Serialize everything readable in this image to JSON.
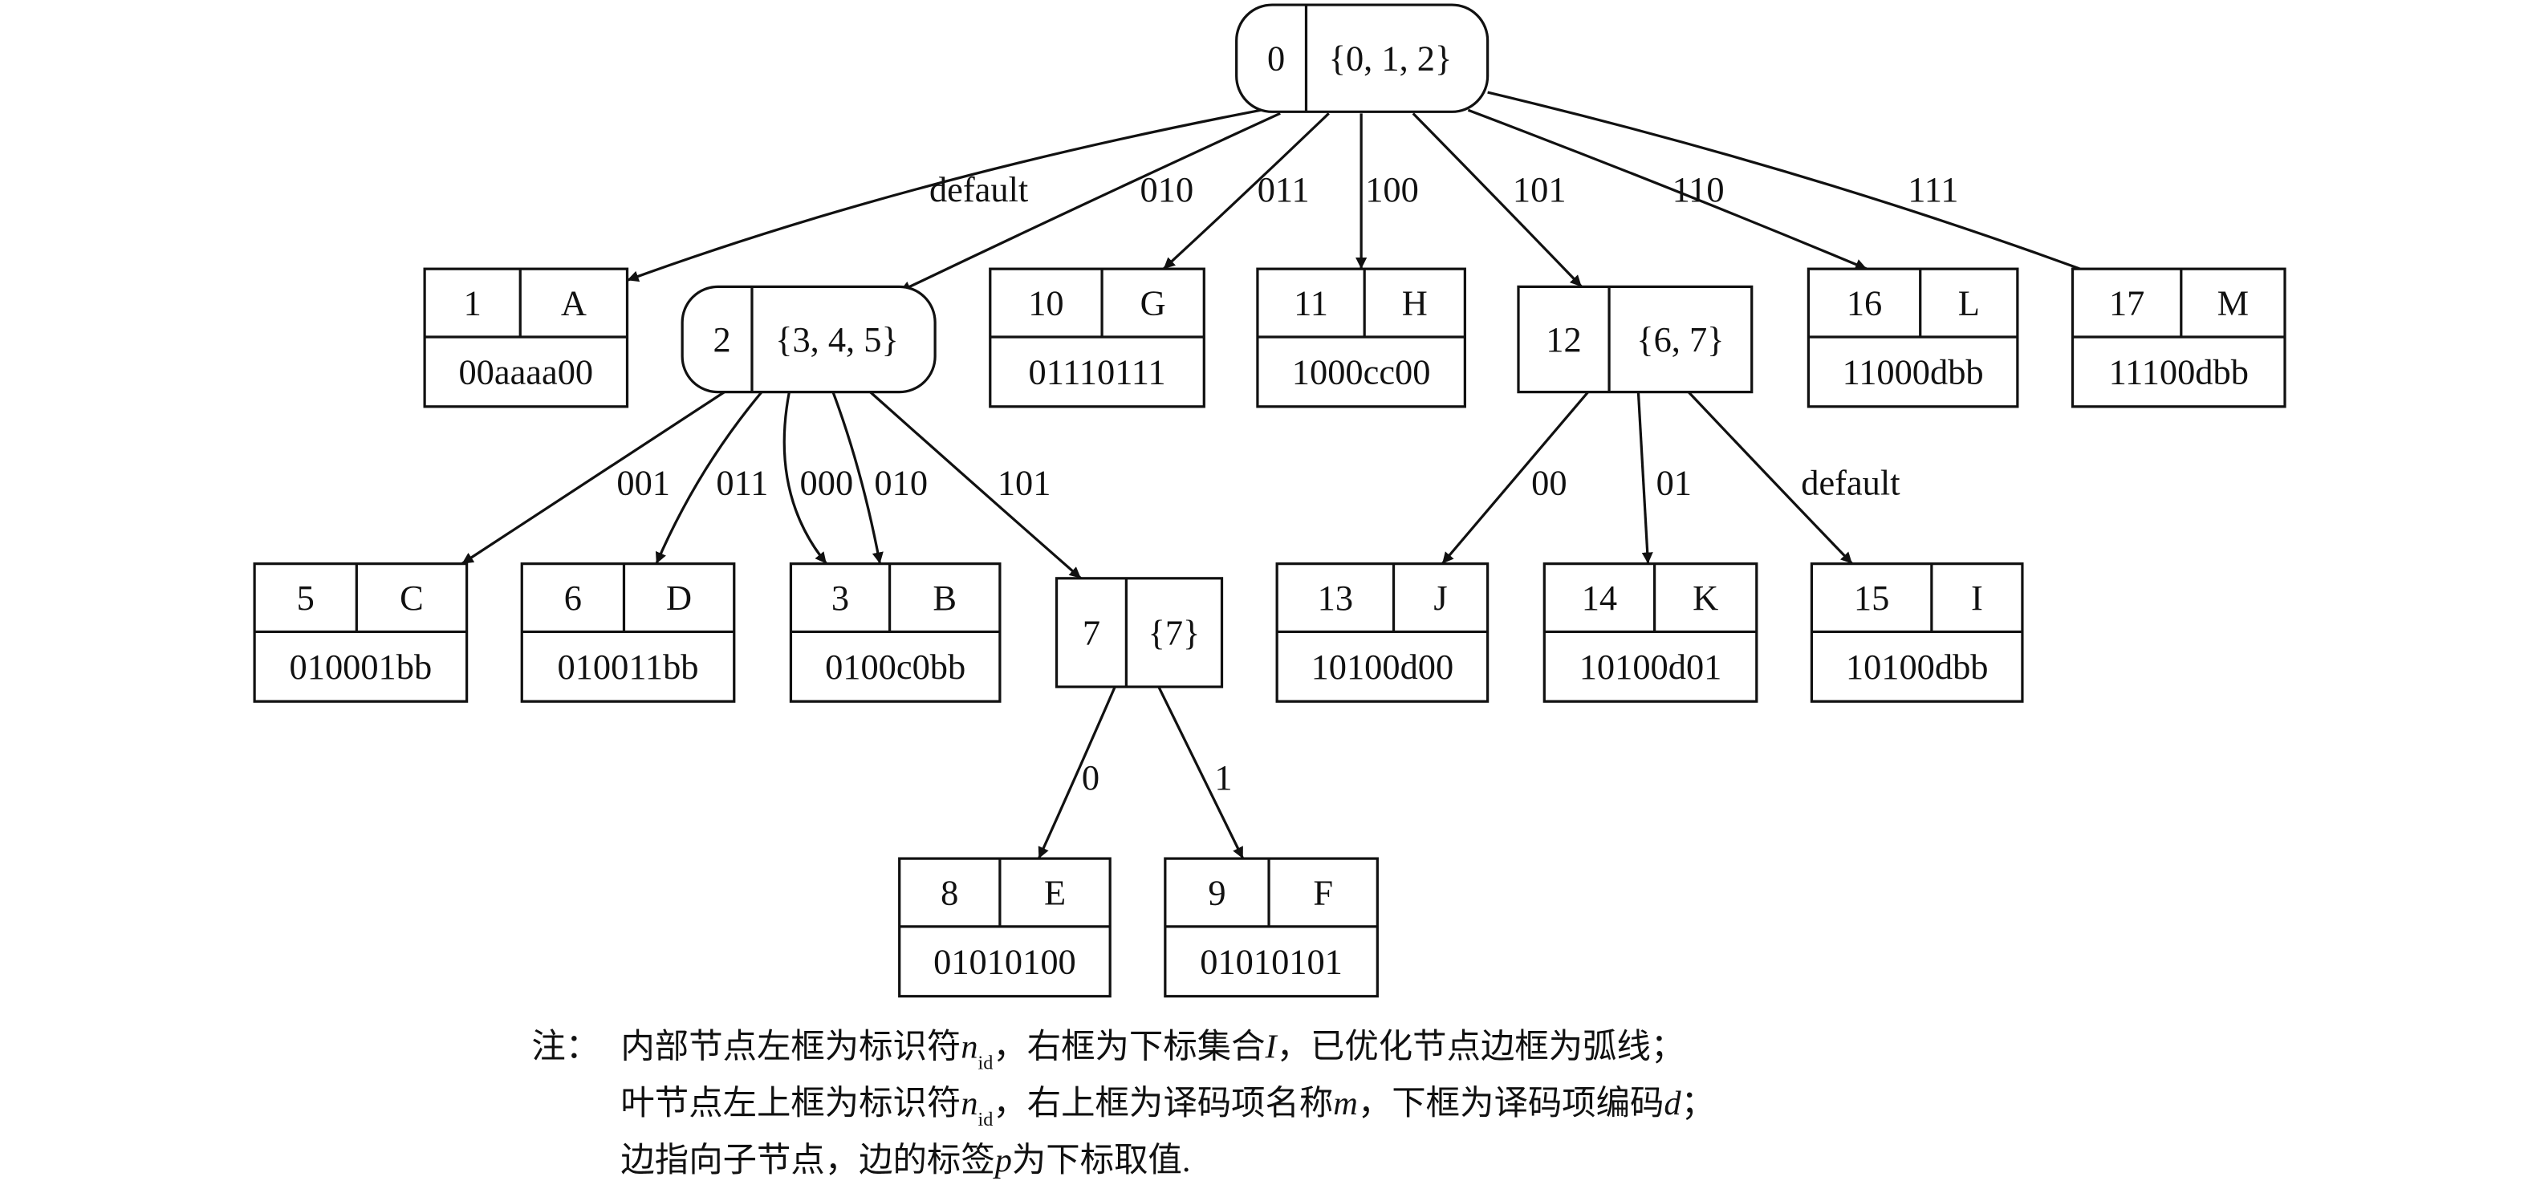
{
  "nodes": [
    {
      "id": "0",
      "kind": "internal",
      "optimized": true,
      "set": "{0, 1, 2}"
    },
    {
      "id": "1",
      "kind": "leaf",
      "name": "A",
      "code": "00aaaa00"
    },
    {
      "id": "2",
      "kind": "internal",
      "optimized": true,
      "set": "{3, 4, 5}"
    },
    {
      "id": "10",
      "kind": "leaf",
      "name": "G",
      "code": "01110111"
    },
    {
      "id": "11",
      "kind": "leaf",
      "name": "H",
      "code": "1000cc00"
    },
    {
      "id": "12",
      "kind": "internal",
      "optimized": false,
      "set": "{6, 7}"
    },
    {
      "id": "16",
      "kind": "leaf",
      "name": "L",
      "code": "11000dbb"
    },
    {
      "id": "17",
      "kind": "leaf",
      "name": "M",
      "code": "11100dbb"
    },
    {
      "id": "5",
      "kind": "leaf",
      "name": "C",
      "code": "010001bb"
    },
    {
      "id": "6",
      "kind": "leaf",
      "name": "D",
      "code": "010011bb"
    },
    {
      "id": "3",
      "kind": "leaf",
      "name": "B",
      "code": "0100c0bb"
    },
    {
      "id": "7",
      "kind": "internal",
      "optimized": false,
      "set": "{7}"
    },
    {
      "id": "13",
      "kind": "leaf",
      "name": "J",
      "code": "10100d00"
    },
    {
      "id": "14",
      "kind": "leaf",
      "name": "K",
      "code": "10100d01"
    },
    {
      "id": "15",
      "kind": "leaf",
      "name": "I",
      "code": "10100dbb"
    },
    {
      "id": "8",
      "kind": "leaf",
      "name": "E",
      "code": "01010100"
    },
    {
      "id": "9",
      "kind": "leaf",
      "name": "F",
      "code": "01010101"
    }
  ],
  "edges": [
    {
      "from": "0",
      "to": "1",
      "label": "default"
    },
    {
      "from": "0",
      "to": "2",
      "label": "010"
    },
    {
      "from": "0",
      "to": "10",
      "label": "011"
    },
    {
      "from": "0",
      "to": "11",
      "label": "100"
    },
    {
      "from": "0",
      "to": "12",
      "label": "101"
    },
    {
      "from": "0",
      "to": "16",
      "label": "110"
    },
    {
      "from": "0",
      "to": "17",
      "label": "111"
    },
    {
      "from": "2",
      "to": "5",
      "label": "001"
    },
    {
      "from": "2",
      "to": "6",
      "label": "011"
    },
    {
      "from": "2",
      "to": "3",
      "label": "000"
    },
    {
      "from": "2",
      "to": "3",
      "label": "010"
    },
    {
      "from": "2",
      "to": "7",
      "label": "101"
    },
    {
      "from": "12",
      "to": "13",
      "label": "00"
    },
    {
      "from": "12",
      "to": "14",
      "label": "01"
    },
    {
      "from": "12",
      "to": "15",
      "label": "default"
    },
    {
      "from": "7",
      "to": "8",
      "label": "0"
    },
    {
      "from": "7",
      "to": "9",
      "label": "1"
    }
  ],
  "note": {
    "prefix": "注：",
    "lines": [
      [
        {
          "t": "内部节点左框为标识符"
        },
        {
          "t": "n",
          "s": "i"
        },
        {
          "t": "id",
          "s": "sub"
        },
        {
          "t": "，右框为下标集合"
        },
        {
          "t": "I",
          "s": "i"
        },
        {
          "t": "，已优化节点边框为弧线；"
        }
      ],
      [
        {
          "t": "叶节点左上框为标识符"
        },
        {
          "t": "n",
          "s": "i"
        },
        {
          "t": "id",
          "s": "sub"
        },
        {
          "t": "，右上框为译码项名称"
        },
        {
          "t": "m",
          "s": "i"
        },
        {
          "t": "，下框为译码项编码"
        },
        {
          "t": "d",
          "s": "i"
        },
        {
          "t": "；"
        }
      ],
      [
        {
          "t": "边指向子节点，边的标签"
        },
        {
          "t": "p",
          "s": "i"
        },
        {
          "t": "为下标取值."
        }
      ]
    ]
  }
}
